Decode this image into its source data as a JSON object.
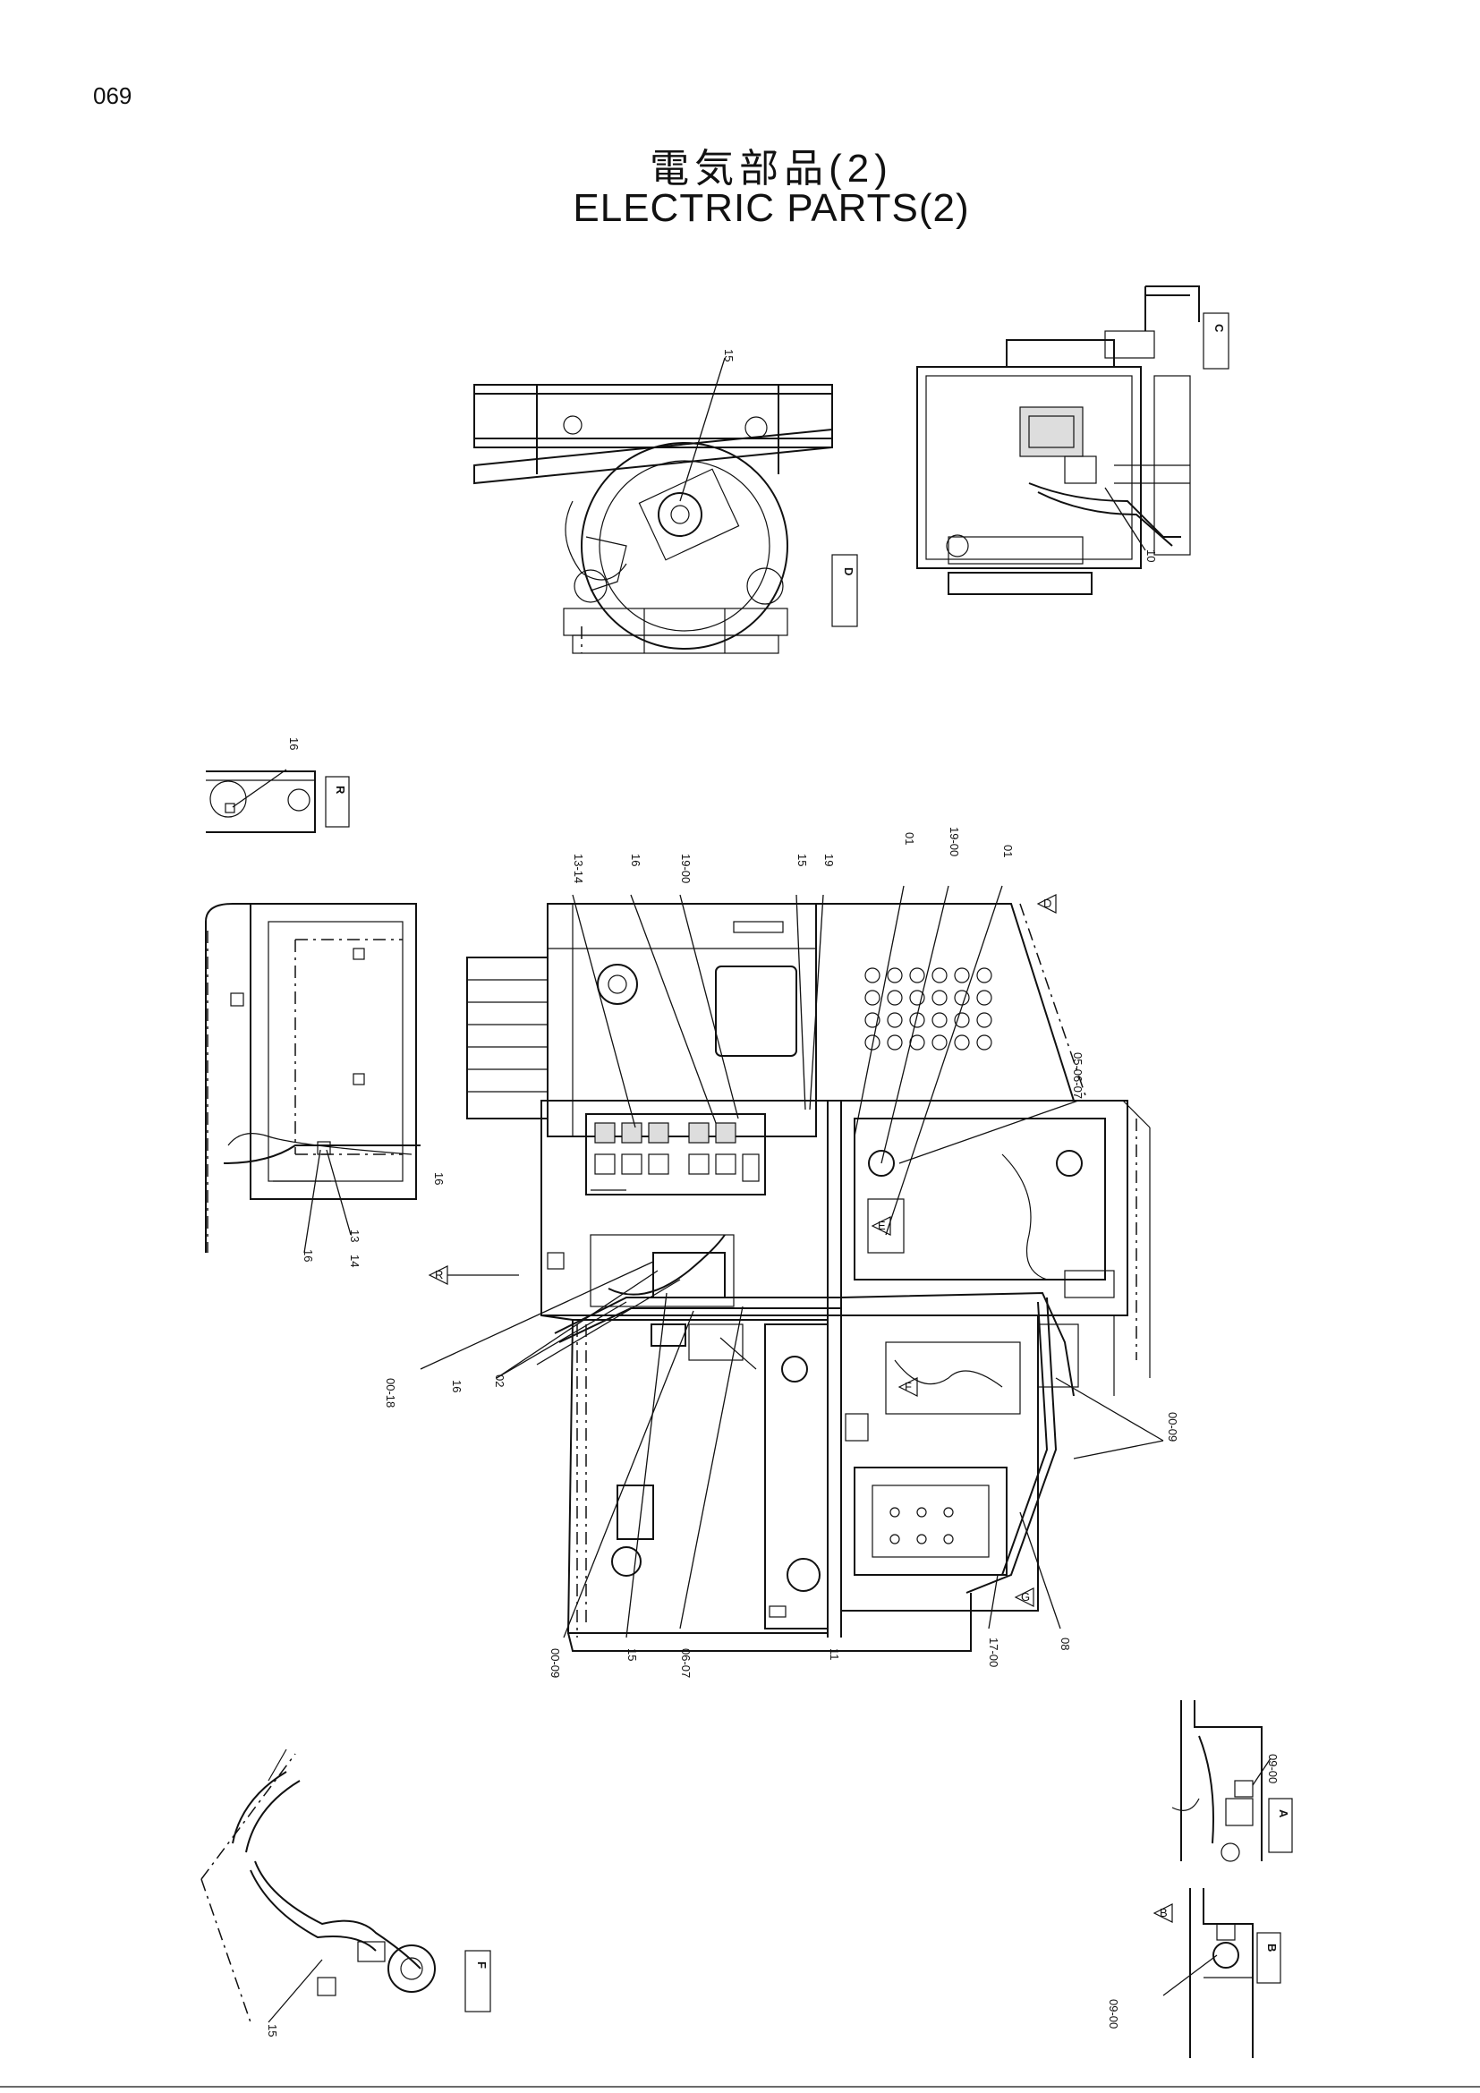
{
  "page": {
    "number": "069"
  },
  "title": {
    "japanese": "電気部品(2)",
    "english": "ELECTRIC  PARTS(2)"
  },
  "views": {
    "top_left": {
      "label": "D",
      "callouts": [
        "15"
      ]
    },
    "top_right": {
      "label": "C",
      "callouts": [
        "10"
      ]
    },
    "small_left": {
      "label": "R",
      "callouts": [
        "16"
      ]
    },
    "mid_left": {
      "callouts": [
        "16",
        "13",
        "14"
      ]
    },
    "bottom_left": {
      "label": "F",
      "callouts": [
        "15"
      ]
    },
    "bottom_right_a": {
      "label": "A",
      "callouts": [
        "09-00"
      ]
    },
    "bottom_right_b": {
      "label": "B",
      "callouts": [
        "09-00"
      ]
    }
  },
  "main_callouts": {
    "top": [
      "13-14",
      "16",
      "19-00",
      "15",
      "19",
      "01",
      "19-00",
      "01"
    ],
    "right": [
      "05-06-07",
      "00-09"
    ],
    "left": [
      "16",
      "00-18",
      "16",
      "02"
    ],
    "bottom": [
      "00-09",
      "15",
      "06-07",
      "11",
      "17-00",
      "08"
    ]
  },
  "view_arrows": [
    "D",
    "E",
    "R",
    "F",
    "G",
    "B"
  ]
}
